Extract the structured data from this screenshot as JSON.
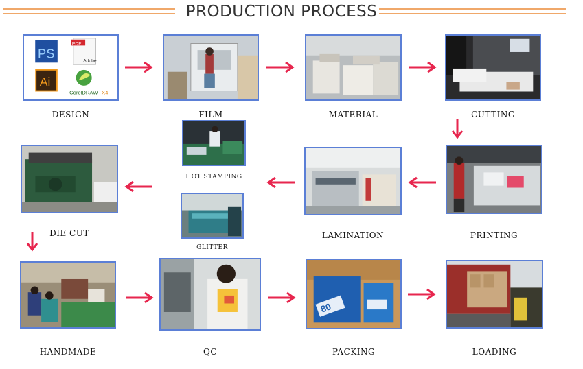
{
  "title": "PRODUCTION PROCESS",
  "colors": {
    "arrow": "#e7264e",
    "frame": "#5b7fd6",
    "rule": "#f0a86a"
  },
  "software_icons": {
    "ps": "PS",
    "pdf": "PDF",
    "adobe": "Adobe",
    "ai": "Ai",
    "coreldraw": "CorelDRAW",
    "x4": "X4"
  },
  "poster_text": "80",
  "steps": {
    "design": "DESIGN",
    "film": "FILM",
    "material": "MATERIAL",
    "cutting": "CUTTING",
    "hot_stamping": "HOT STAMPING",
    "glitter": "GLITTER",
    "die_cut": "DIE CUT",
    "lamination": "LAMINATION",
    "printing": "PRINTING",
    "handmade": "HANDMADE",
    "qc": "QC",
    "packing": "PACKING",
    "loading": "LOADING"
  }
}
